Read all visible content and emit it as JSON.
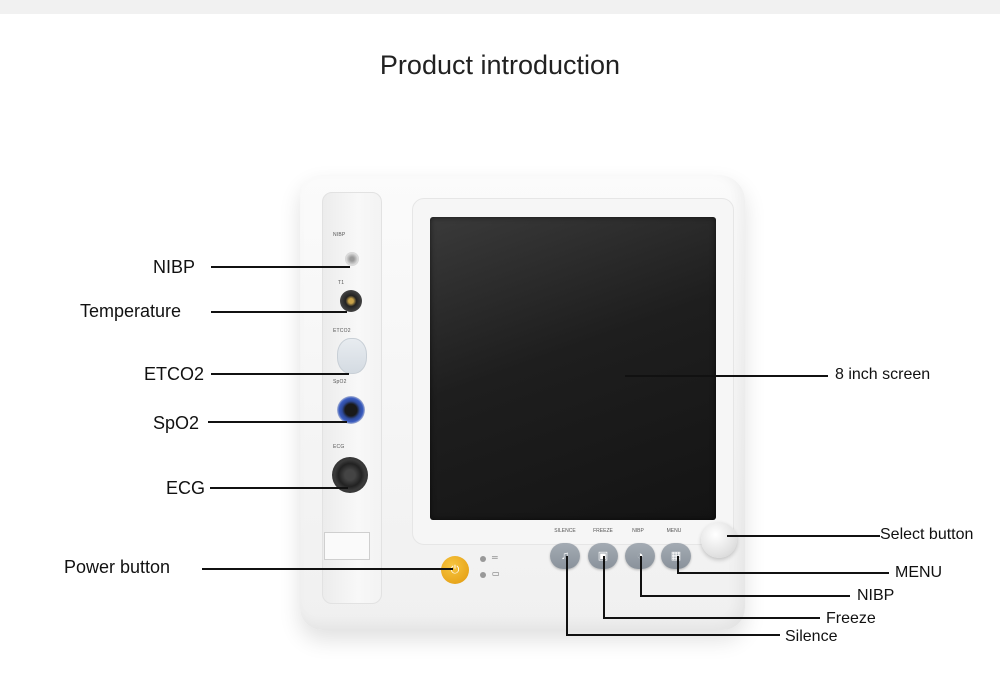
{
  "page": {
    "title": "Product introduction"
  },
  "device": {
    "side_labels": [
      "NIBP",
      "T1",
      "ETCO2",
      "SpO2",
      "ECG"
    ],
    "button_caps": [
      "SILENCE",
      "FREEZE",
      "NIBP",
      "MENU"
    ]
  },
  "callouts": {
    "nibp": "NIBP",
    "temperature": "Temperature",
    "etco2": "ETCO2",
    "spo2": "SpO2",
    "ecg": "ECG",
    "power": "Power button",
    "screen": "8 inch screen",
    "select": "Select button",
    "menu": "MENU",
    "nibp_button": "NIBP",
    "freeze": "Freeze",
    "silence": "Silence"
  },
  "colors": {
    "accent_power": "#e8a61c",
    "button_gray": "#8a929b",
    "screen": "#1e1e1e"
  },
  "icons": {
    "power": "power-icon",
    "silence": "bell-mute-icon",
    "freeze": "freeze-icon",
    "nibp": "cuff-icon",
    "menu": "menu-icon"
  }
}
